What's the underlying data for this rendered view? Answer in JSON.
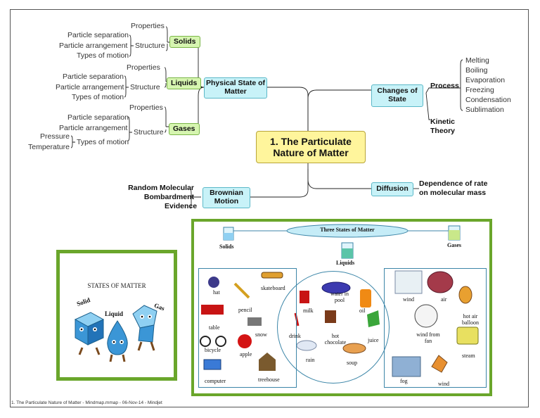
{
  "mindmap": {
    "central": "1. The Particulate Nature of Matter",
    "physical_state": "Physical State of Matter",
    "solids": {
      "label": "Solids",
      "properties": "Properties",
      "structure": "Structure",
      "items": [
        "Particle separation",
        "Particle arrangement",
        "Types of motion"
      ]
    },
    "liquids": {
      "label": "Liquids",
      "properties": "Properties",
      "structure": "Structure",
      "items": [
        "Particle separation",
        "Particle arrangement",
        "Types of motion"
      ]
    },
    "gases": {
      "label": "Gases",
      "properties": "Properties",
      "structure": "Structure",
      "items": [
        "Particle separation",
        "Particle arrangement",
        "Types of motion"
      ],
      "motion_sub": [
        "Pressure",
        "Temperature"
      ]
    },
    "changes": {
      "label": "Changes of State",
      "process": "Process",
      "process_items": [
        "Melting",
        "Boiling",
        "Evaporation",
        "Freezing",
        "Condensation",
        "Sublimation"
      ],
      "kinetic": "Kinetic Theory"
    },
    "diffusion": {
      "label": "Diffusion",
      "detail": "Dependence of rate on molecular mass"
    },
    "brownian": {
      "label": "Brownian Motion",
      "items": [
        "Random Molecular Bombardment",
        "Evidence"
      ]
    }
  },
  "states_card": {
    "title": "STATES OF MATTER",
    "solid": "Solid",
    "liquid": "Liquid",
    "gas": "Gas"
  },
  "three_states": {
    "title": "Three States of Matter",
    "solids": "Solids",
    "liquids": "Liquids",
    "gases": "Gases",
    "solid_items": [
      "hat",
      "skateboard",
      "pencil",
      "table",
      "snow",
      "bicycle",
      "apple",
      "computer",
      "treehouse"
    ],
    "liquid_items": [
      "milk",
      "water in pool",
      "oil",
      "drink",
      "hot chocolate",
      "juice",
      "rain",
      "soup"
    ],
    "gas_items": [
      "wind",
      "air",
      "hot air balloon",
      "wind from fan",
      "steam",
      "fog",
      "wind"
    ]
  },
  "footer": "1. The Particulate Nature of Matter - Mindmap.mmap - 06-Nov-14 - Mindjet"
}
